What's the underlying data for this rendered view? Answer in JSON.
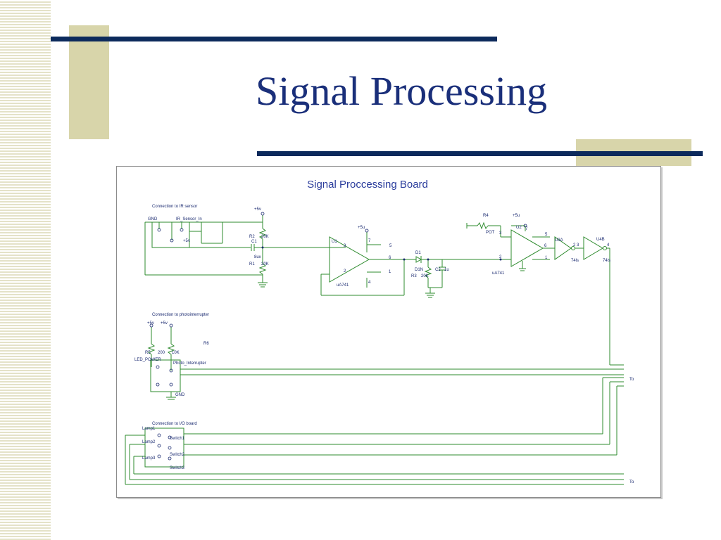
{
  "slide": {
    "title": "Signal Processing",
    "colors": {
      "accent_navy": "#0c2a5c",
      "accent_tan": "#d8d5aa",
      "title": "#1a2f7a",
      "wire": "#2e8b2e"
    }
  },
  "schematic": {
    "title": "Signal Proccessing Board",
    "labels": {
      "ir_header": "Connection to IR sensor",
      "gnd": "GND",
      "ir_sensor": "IR_Sensor_In",
      "p5v_a": "+5v",
      "p5v_b": "+5v",
      "r2": "R2",
      "r2_val": "20K",
      "c1": "C1",
      "r1": "R1",
      "r1_val": "20K",
      "c1_val": "8ux",
      "p5v_u1": "+5u",
      "u1": "U1",
      "pin3": "3",
      "pin7": "7",
      "pin5": "5",
      "pin6": "6",
      "pin2": "2",
      "pin4": "4",
      "pin1": "1",
      "ua741_1": "uA741",
      "d1": "D1",
      "d1b": "D1N",
      "c2": "C2",
      "r3": "R3",
      "r3_val": "20K",
      "c2_val": "1u",
      "r4": "R4",
      "pot": "POT",
      "p5v_u2": "+5u",
      "u2": "U2",
      "u2_pin3": "3",
      "u2_pin7": "7",
      "u2_pin5": "5",
      "u2_pin6": "6",
      "u2_pin1": "1",
      "u2_pin2": "2",
      "ua741_2": "uA741",
      "u3a": "U3A",
      "u3_pins": "2 3",
      "ls04_1": "74ls",
      "u4b": "U4B",
      "u4_pin": "4",
      "ls04_2": "74ls",
      "photo_header": "Connection to photointerrupter",
      "p5v_p1": "+5v",
      "p5v_p2": "+5v",
      "r5": "R5",
      "r5_val": "200",
      "r6_val": "10K",
      "r6": "R6",
      "led_power": "LED_POWER",
      "photo_int": "Photo_Interrupter",
      "gnd2": "GND",
      "to1": "To",
      "io_header": "Connection to I/O board",
      "lamp1": "Lamp1",
      "switch1": "Switch1",
      "lamp2": "Lamp2",
      "switch2": "Switch2",
      "lamp3": "Lamp3",
      "switch3": "Switch3",
      "to2": "To"
    }
  }
}
